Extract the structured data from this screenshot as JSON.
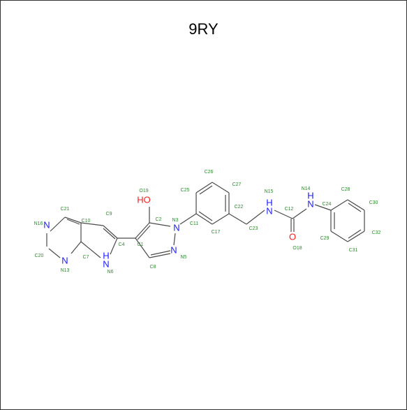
{
  "title": "9RY",
  "colors": {
    "carbon_bond": "#4a4a4a",
    "nitrogen": "#1a1aff",
    "oxygen": "#ff1a1a",
    "label": "#2e8b2e"
  },
  "heteroatoms": [
    {
      "id": "N_pyr1",
      "text": "N"
    },
    {
      "id": "N_pyr2",
      "text": "N"
    },
    {
      "id": "NH_pyrrole",
      "text": "N",
      "h": "H"
    },
    {
      "id": "OH",
      "text": "HO"
    },
    {
      "id": "N_pz1",
      "text": "N"
    },
    {
      "id": "N_pz2",
      "text": "N"
    },
    {
      "id": "NH_a",
      "text": "N",
      "h": "H"
    },
    {
      "id": "NH_b",
      "text": "N",
      "h": "H"
    },
    {
      "id": "O_urea",
      "text": "O"
    }
  ],
  "atom_labels": [
    "N16",
    "C21",
    "C10",
    "C9",
    "C20",
    "N13",
    "C7",
    "C4",
    "N6",
    "O19",
    "C2",
    "C1",
    "C8",
    "N3",
    "N5",
    "C25",
    "C26",
    "C27",
    "C11",
    "C22",
    "C17",
    "C23",
    "N15",
    "C12",
    "O18",
    "N14",
    "C24",
    "C28",
    "C30",
    "C29",
    "C32",
    "C31"
  ]
}
